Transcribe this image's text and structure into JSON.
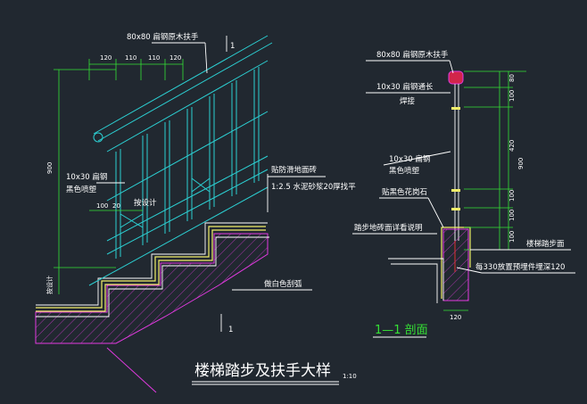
{
  "left": {
    "handrail_label": "80x80 扁钢原木扶手",
    "dims_top": [
      "120",
      "110",
      "110",
      "120"
    ],
    "height_900": "900",
    "flat_steel_label": "10x30 扁钢",
    "paint_label": "黑色喷塑",
    "design_label": "按设计",
    "dims_mid": [
      "100",
      "20"
    ],
    "antislip_label": "贴防滑地面砖",
    "mortar_label": "1:2.5 水泥砂浆20厚找平",
    "plaster_label": "做白色刮弧",
    "design_v": "按设计",
    "section_mark_top": "1",
    "section_mark_bottom": "1"
  },
  "right": {
    "handrail_label": "80x80 扁钢原木扶手",
    "through_label": "10x30 扁钢通长",
    "weld_label": "焊接",
    "flat_steel_label": "10x30 扁钢",
    "paint_label": "黑色喷塑",
    "stone_label": "贴黑色花岗石",
    "step_label": "踏步地砖面详看说明",
    "finish_label": "楼梯踏步面",
    "embed_label": "每330放置预埋件埋深120",
    "dims_v": [
      "80",
      "100",
      "420",
      "100",
      "100",
      "100"
    ],
    "height_900": "900",
    "width_120": "120",
    "section_title": "1—1 剖面"
  },
  "title": {
    "main": "楼梯踏步及扶手大样",
    "scale": "1:10"
  }
}
